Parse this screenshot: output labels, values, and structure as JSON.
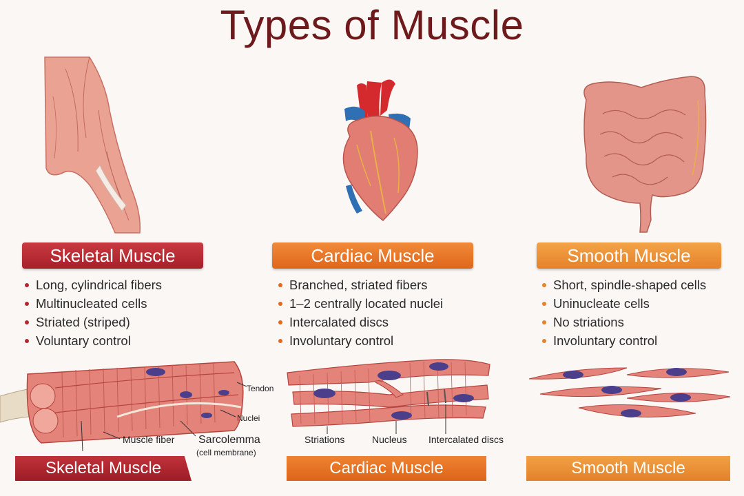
{
  "title": "Types of Muscle",
  "colors": {
    "skeletal": "#b3262f",
    "cardiac": "#e3691c",
    "smooth": "#e5822b",
    "title": "#6e1a1c",
    "nucleus": "#4b3f8c"
  },
  "sections": [
    {
      "key": "skeletal",
      "heading": "Skeletal Muscle",
      "illustration": "arm-muscle-icon",
      "bullets": [
        "Long, cylindrical fibers",
        "Multinucleated cells",
        "Striated (striped)",
        "Voluntary control"
      ],
      "diagram_labels": {
        "tendon": "Tendon",
        "nuclei": "Nuclei",
        "muscle_fiber": "Muscle fiber",
        "sarcolemma": "Sarcolemma",
        "sarcolemma_note": "(cell membrane)"
      },
      "footer": "Skeletal Muscle"
    },
    {
      "key": "cardiac",
      "heading": "Cardiac Muscle",
      "illustration": "heart-icon",
      "bullets": [
        "Branched, striated fibers",
        "1–2 centrally located nuclei",
        "Intercalated discs",
        "Involuntary control"
      ],
      "diagram_labels": {
        "striations": "Striations",
        "nucleus": "Nucleus",
        "intercalated_discs": "Intercalated discs"
      },
      "footer": "Cardiac Muscle"
    },
    {
      "key": "smooth",
      "heading": "Smooth Muscle",
      "illustration": "intestine-icon",
      "bullets": [
        "Short, spindle-shaped cells",
        "Uninucleate cells",
        "No striations",
        "Involuntary control"
      ],
      "footer": "Smooth Muscle"
    }
  ]
}
